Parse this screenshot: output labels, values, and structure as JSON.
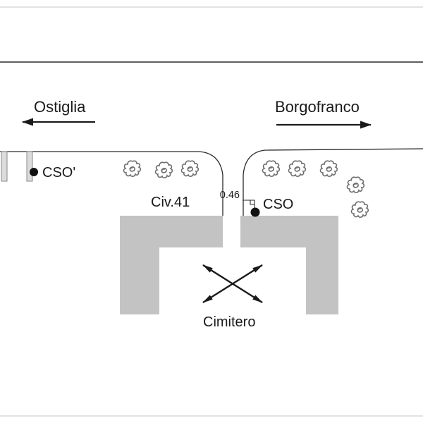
{
  "diagram": {
    "direction_left": {
      "label": "Ostiglia"
    },
    "direction_right": {
      "label": "Borgofranco"
    },
    "points": {
      "cso_prime_label": "CSO'",
      "cso_label": "CSO"
    },
    "building_label": "Civ.41",
    "distance_label": "0.46",
    "cemetery_label": "Cimitero",
    "icons": {
      "tree": "scribble-tree",
      "point_marker": "filled-circle",
      "crossed_arrows": "x-double-arrows"
    },
    "colors": {
      "line": "#1a1a1a",
      "wall_fill": "#c3c3c3",
      "post_fill": "#dcdcdc",
      "point_fill": "#111111",
      "tree_stroke": "#6f6f6f"
    }
  }
}
